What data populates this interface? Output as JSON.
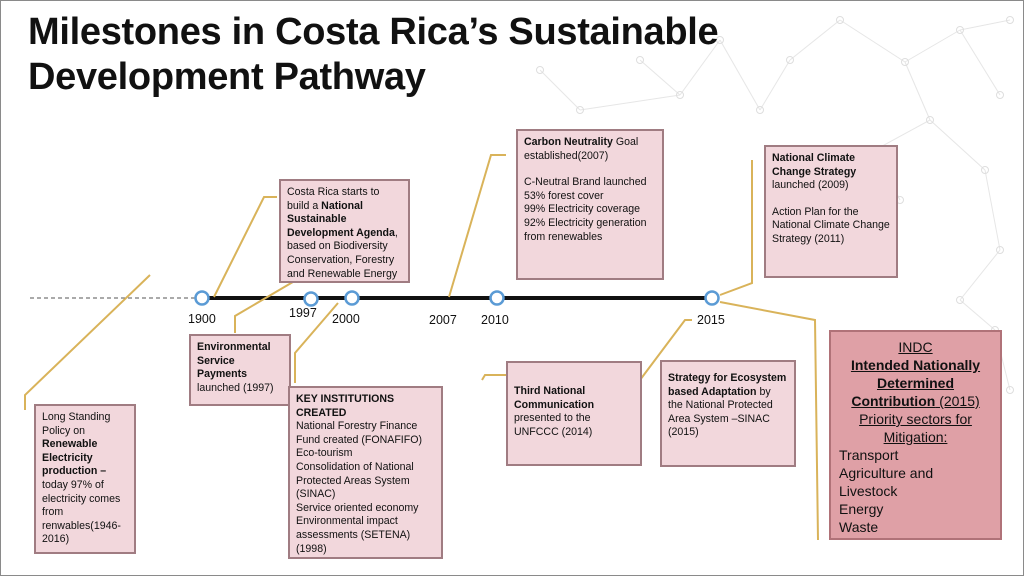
{
  "title": {
    "line1": "Milestones in Costa Rica’s Sustainable",
    "line2": "Development Pathway"
  },
  "timeline": {
    "years": [
      {
        "label": "1900"
      },
      {
        "label": "1997"
      },
      {
        "label": "2000"
      },
      {
        "label": "2007"
      },
      {
        "label": "2010"
      },
      {
        "label": "2015"
      }
    ]
  },
  "boxes": {
    "agenda": {
      "t1": "Costa Rica starts to build a ",
      "b1": "National Sustainable Development Agenda",
      "t2": ", based on Biodiversity Conservation, Forestry and Renewable Energy"
    },
    "carbon": {
      "b1": "Carbon Neutrality",
      "t1": " Goal established(2007)",
      "t2": "C-Neutral Brand launched\n 53% forest cover\n 99% Electricity coverage\n 92% Electricity generation from renewables"
    },
    "climate": {
      "b1": "National Climate Change Strategy",
      "t1": " launched (2009)",
      "t2": "Action Plan for the National Climate Change Strategy (2011)"
    },
    "env_payments": {
      "b1": "Environmental Service Payments",
      "t1": " launched  (1997)"
    },
    "renewable": {
      "t1": "Long Standing Policy on ",
      "b1": "Renewable Electricity production",
      "b2": " –",
      "t2": " today 97% of electricity comes from renwables(1946-2016)"
    },
    "institutions": {
      "b1": "KEY INSTITUTIONS CREATED",
      "t1": "National Forestry Finance Fund created (FONAFIFO)\nEco-tourism\nConsolidation of National Protected Areas System (SINAC)\nService oriented economy\nEnvironmental impact assessments (SETENA) (1998)"
    },
    "third_comm": {
      "b1": "Third National Communication",
      "t1": " presented to the UNFCCC (2014)"
    },
    "ecosystem": {
      "b1": "Strategy for Ecosystem based Adaptation",
      "t1": " by the National Protected Area System –SINAC (2015)"
    },
    "indc": {
      "l1": "INDC",
      "l2": "Intended Nationally Determined Contribution",
      "l2b": " (2015)",
      "l3": "Priority sectors for Mitigation:",
      "sectors": "Transport\nAgriculture and Livestock\nEnergy\nWaste"
    }
  },
  "colors": {
    "box_fill": "#f2d7dc",
    "box_border": "#a07c82",
    "indc_fill": "#dfa0a6",
    "connector": "#d9b35a",
    "marker": "#5b9bd5",
    "axis": "#111111"
  }
}
